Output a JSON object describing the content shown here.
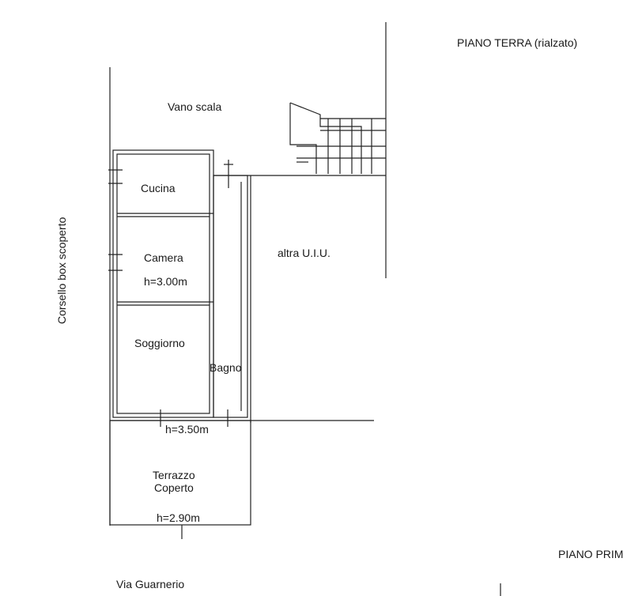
{
  "floor_title": "PIANO TERRA (rialzato)",
  "other_floor_title": "PIANO PRIM",
  "street": "Via Guarnerio",
  "side_access": "Corsello box scoperto",
  "rooms": {
    "stairwell": "Vano scala",
    "kitchen": "Cucina",
    "bedroom": "Camera",
    "bedroom_height": "h=3.00m",
    "living": "Soggiorno",
    "living_height": "h=3.50m",
    "bathroom": "Bagno",
    "other_unit": "altra U.I.U.",
    "terrace_line1": "Terrazzo",
    "terrace_line2": "Coperto",
    "terrace_height": "h=2.90m"
  }
}
